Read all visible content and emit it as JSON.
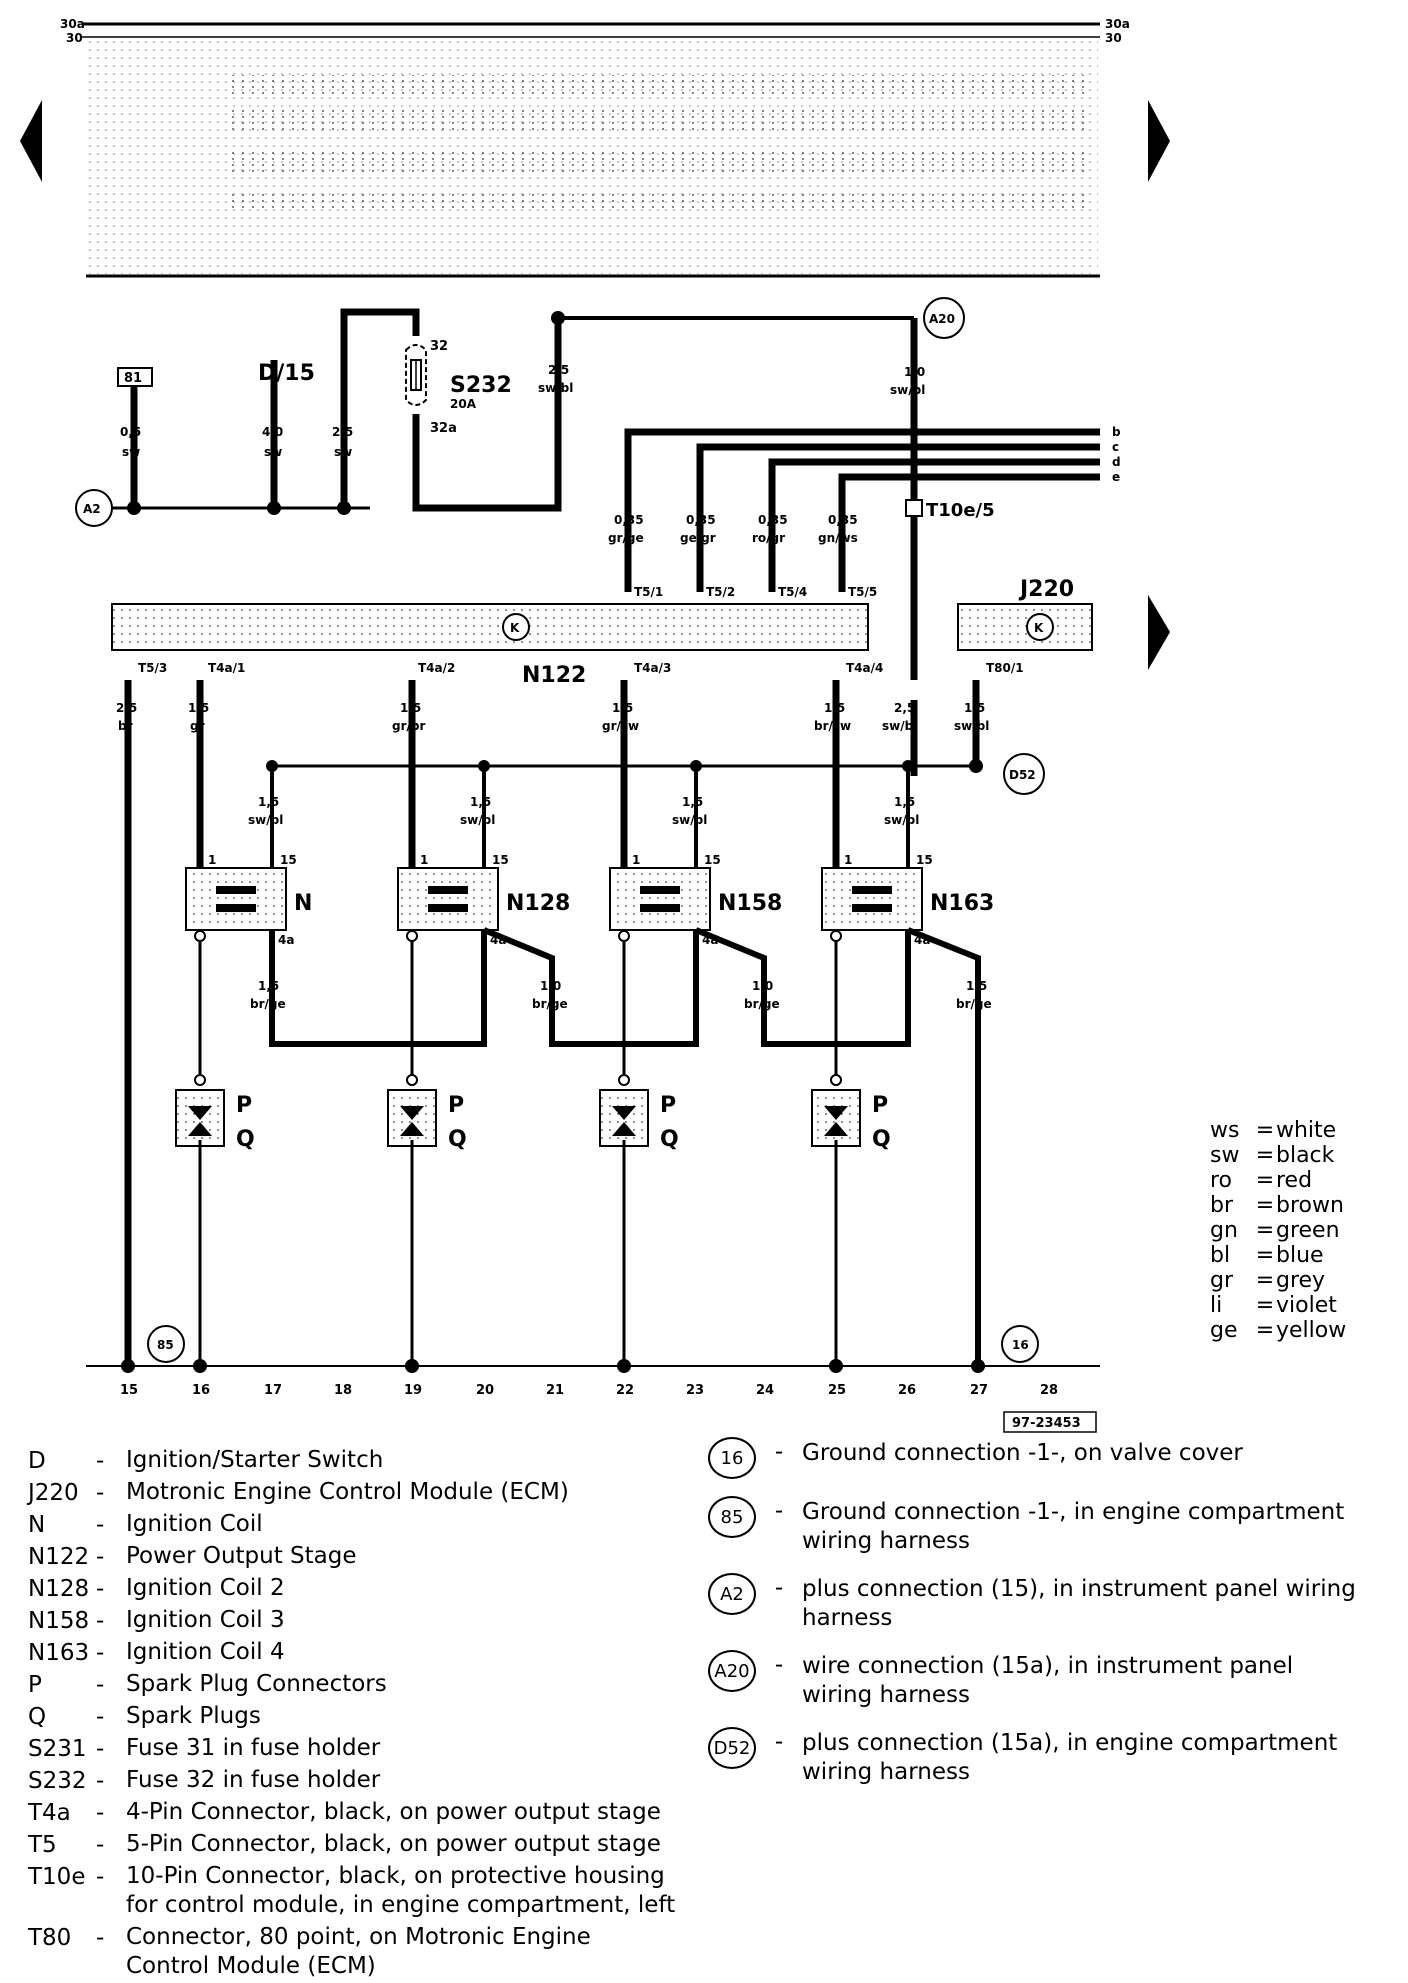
{
  "header": {
    "bus_top": "30a",
    "bus_mid": "30",
    "bus_top_right": "30a",
    "bus_mid_right": "30"
  },
  "figure_id": "97-23453",
  "components": {
    "fuse_label": "S232",
    "fuse_rating": "20A",
    "fuse_pin_in": "32",
    "fuse_pin_out": "32a",
    "d15": "D/15",
    "terminal_81": "81",
    "t10e": "T10e/5",
    "n122": "N122",
    "j220": "J220",
    "n": "N",
    "n128": "N128",
    "n158": "N158",
    "n163": "N163",
    "p": "P",
    "q": "Q",
    "k": "K"
  },
  "wires": [
    {
      "gauge": "0,5",
      "color": "sw"
    },
    {
      "gauge": "4,0",
      "color": "sw"
    },
    {
      "gauge": "2,5",
      "color": "sw"
    },
    {
      "gauge": "2,5",
      "color": "sw/bl"
    },
    {
      "gauge": "1,0",
      "color": "sw/bl"
    },
    {
      "gauge": "0,35",
      "color": "gr/ge"
    },
    {
      "gauge": "0,35",
      "color": "ge/gr"
    },
    {
      "gauge": "0,35",
      "color": "ro/gr"
    },
    {
      "gauge": "0,35",
      "color": "gn/ws"
    },
    {
      "gauge": "2,5",
      "color": "br"
    },
    {
      "gauge": "1,5",
      "color": "gr"
    },
    {
      "gauge": "1,5",
      "color": "gr/br"
    },
    {
      "gauge": "1,5",
      "color": "gr/sw"
    },
    {
      "gauge": "1,5",
      "color": "br/sw"
    },
    {
      "gauge": "2,5",
      "color": "sw/bl"
    },
    {
      "gauge": "1,5",
      "color": "sw/bl"
    },
    {
      "gauge": "1,5",
      "color": "sw/bl"
    },
    {
      "gauge": "1,5",
      "color": "sw/bl"
    },
    {
      "gauge": "1,5",
      "color": "sw/bl"
    },
    {
      "gauge": "1,5",
      "color": "sw/bl"
    },
    {
      "gauge": "1,5",
      "color": "br/ge"
    },
    {
      "gauge": "1,0",
      "color": "br/ge"
    },
    {
      "gauge": "1,0",
      "color": "br/ge"
    },
    {
      "gauge": "1,5",
      "color": "br/ge"
    }
  ],
  "connectors": [
    "T5/1",
    "T5/2",
    "T5/4",
    "T5/5",
    "T5/3",
    "T4a/1",
    "T4a/2",
    "T4a/3",
    "T4a/4",
    "T80/1"
  ],
  "bus_lines": [
    "b",
    "c",
    "d",
    "e"
  ],
  "coil_pins": {
    "p1": "1",
    "p15": "15",
    "p4a": "4a"
  },
  "circles": {
    "a2": "A2",
    "a20": "A20",
    "d52": "D52",
    "g85": "85",
    "g16": "16"
  },
  "track_numbers": [
    "15",
    "16",
    "17",
    "18",
    "19",
    "20",
    "21",
    "22",
    "23",
    "24",
    "25",
    "26",
    "27",
    "28"
  ],
  "color_key": [
    {
      "code": "ws",
      "name": "white"
    },
    {
      "code": "sw",
      "name": "black"
    },
    {
      "code": "ro",
      "name": "red"
    },
    {
      "code": "br",
      "name": "brown"
    },
    {
      "code": "gn",
      "name": "green"
    },
    {
      "code": "bl",
      "name": "blue"
    },
    {
      "code": "gr",
      "name": "grey"
    },
    {
      "code": "li",
      "name": "violet"
    },
    {
      "code": "ge",
      "name": "yellow"
    }
  ],
  "legend": [
    {
      "code": "D",
      "desc": "Ignition/Starter Switch"
    },
    {
      "code": "J220",
      "desc": "Motronic Engine Control Module (ECM)"
    },
    {
      "code": "N",
      "desc": "Ignition Coil"
    },
    {
      "code": "N122",
      "desc": "Power Output Stage"
    },
    {
      "code": "N128",
      "desc": "Ignition Coil 2"
    },
    {
      "code": "N158",
      "desc": "Ignition Coil 3"
    },
    {
      "code": "N163",
      "desc": "Ignition Coil 4"
    },
    {
      "code": "P",
      "desc": "Spark Plug Connectors"
    },
    {
      "code": "Q",
      "desc": "Spark Plugs"
    },
    {
      "code": "S231",
      "desc": "Fuse 31 in fuse holder"
    },
    {
      "code": "S232",
      "desc": "Fuse 32 in fuse holder"
    },
    {
      "code": "T4a",
      "desc": "4-Pin Connector, black, on power output stage"
    },
    {
      "code": "T5",
      "desc": "5-Pin Connector, black, on power output stage"
    },
    {
      "code": "T10e",
      "desc": "10-Pin Connector, black, on protective housing\nfor control module, in engine compartment, left"
    },
    {
      "code": "T80",
      "desc": "Connector, 80 point, on Motronic Engine\nControl Module (ECM)"
    }
  ],
  "ground_legend": [
    {
      "symbol": "16",
      "desc": "Ground connection -1-, on valve cover"
    },
    {
      "symbol": "85",
      "desc": "Ground connection -1-, in engine compartment\nwiring harness"
    },
    {
      "symbol": "A2",
      "desc": "plus connection (15), in instrument panel wiring\nharness"
    },
    {
      "symbol": "A20",
      "desc": "wire connection (15a), in instrument panel\nwiring harness"
    },
    {
      "symbol": "D52",
      "desc": "plus connection (15a), in engine compartment\nwiring harness"
    }
  ]
}
